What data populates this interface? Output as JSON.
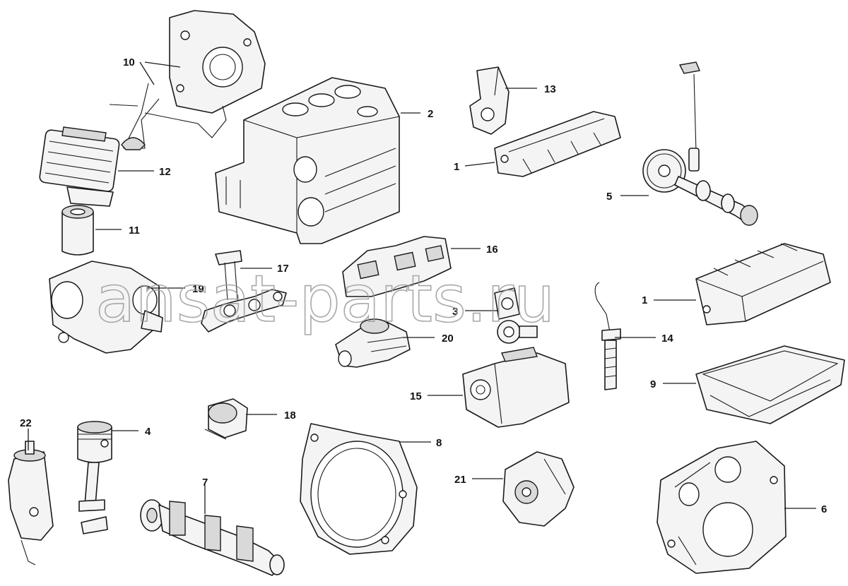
{
  "watermark": "ansat-parts.ru",
  "callouts": {
    "c1a": "1",
    "c1b": "1",
    "c2": "2",
    "c3": "3",
    "c4": "4",
    "c5": "5",
    "c6": "6",
    "c7": "7",
    "c8": "8",
    "c9": "9",
    "c10": "10",
    "c11": "11",
    "c12": "12",
    "c13": "13",
    "c14": "14",
    "c15": "15",
    "c16": "16",
    "c17": "17",
    "c18": "18",
    "c19": "19",
    "c20": "20",
    "c21": "21",
    "c22": "22"
  },
  "colors": {
    "line": "#1a1a1a",
    "fill": "#f4f4f4",
    "watermark": "#9a9a9a"
  }
}
